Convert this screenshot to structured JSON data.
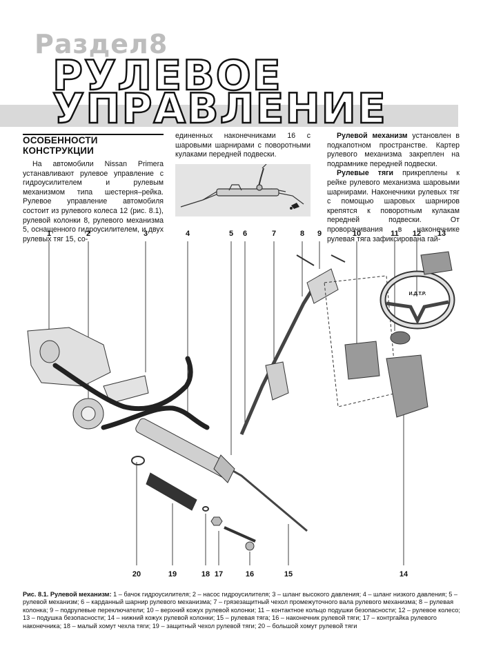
{
  "header": {
    "section_label": "Раздел8",
    "title_line1": "РУЛЕВОЕ",
    "title_line2": "УПРАВЛЕНИЕ"
  },
  "subheading": "ОСОБЕННОСТИ КОНСТРУКЦИИ",
  "col1_text": "На автомобили Nissan Primera устанавливают рулевое управление с гидроусилителем и рулевым механизмом типа шестерня–рейка. Рулевое управление автомобиля состоит из рулевого колеса 12 (рис. 8.1), рулевой колонки 8, рулевого механизма 5, оснащенного гидроусилителем, и двух рулевых тяг 15, со-",
  "col2_text": "единенных наконечниками 16 с шаровыми шарнирами с поворотными кулаками передней подвески.",
  "col3": {
    "p1_bold": "Рулевой механизм",
    "p1_text": " установлен в подкапотном пространстве. Картер рулевого механизма закреплен на подрамнике передней подвески.",
    "p2_bold": "Рулевые тяги",
    "p2_text": " прикреплены к рейке рулевого механизма шаровыми шарнирами. Наконечники рулевых тяг с помощью шаровых шарниров крепятся к поворотным кулакам передней подвески. От проворачивания в наконечнике рулевая тяга зафиксирована гай-"
  },
  "figure": {
    "wheel_badge": "И.Д.Т.Р.",
    "top_callouts": [
      "1",
      "2",
      "3",
      "4",
      "5",
      "6",
      "7",
      "8",
      "9",
      "10",
      "11",
      "12",
      "13"
    ],
    "bottom_callouts": [
      "20",
      "19",
      "18",
      "17",
      "16",
      "15",
      "14"
    ]
  },
  "caption": {
    "label": "Рис. 8.1. Рулевой механизм:",
    "text": " 1 – бачок гидроусилителя; 2 – насос гидроусилителя; 3 – шланг высокого давления; 4 – шланг низкого давления; 5 – рулевой механизм; 6 – карданный шарнир рулевого механизма; 7 – грязезащитный чехол промежуточного вала рулевого механизма; 8 – рулевая колонка; 9 – подрулевые переключатели; 10 – верхний кожух рулевой колонки; 11 – контактное кольцо подушки безопасности; 12 – рулевое колесо; 13 – подушка безопасности; 14 – нижний кожух рулевой колонки; 15 – рулевая тяга; 16 – наконечник рулевой тяги; 17 – контргайка рулевого наконечника; 18 – малый хомут чехла тяги; 19 – защитный чехол рулевой тяги; 20 – большой хомут рулевой тяги"
  }
}
